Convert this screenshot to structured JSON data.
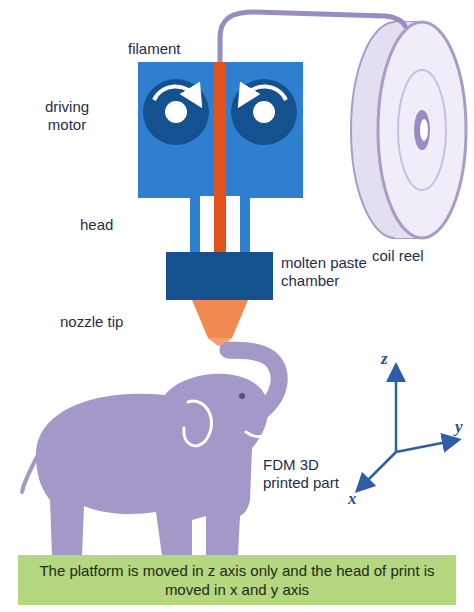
{
  "diagram": {
    "nodes": [
      {
        "text": [
          "The platform is moved in z axis only and the head of print is moved in x and y axis"
        ]
      }
    ],
    "labels": [
      "filament",
      "driving motor",
      "coil reel",
      "head",
      "molten paste chamber",
      "nozzle tip",
      "FDM 3D printed part",
      "z",
      "y",
      "x"
    ]
  }
}
